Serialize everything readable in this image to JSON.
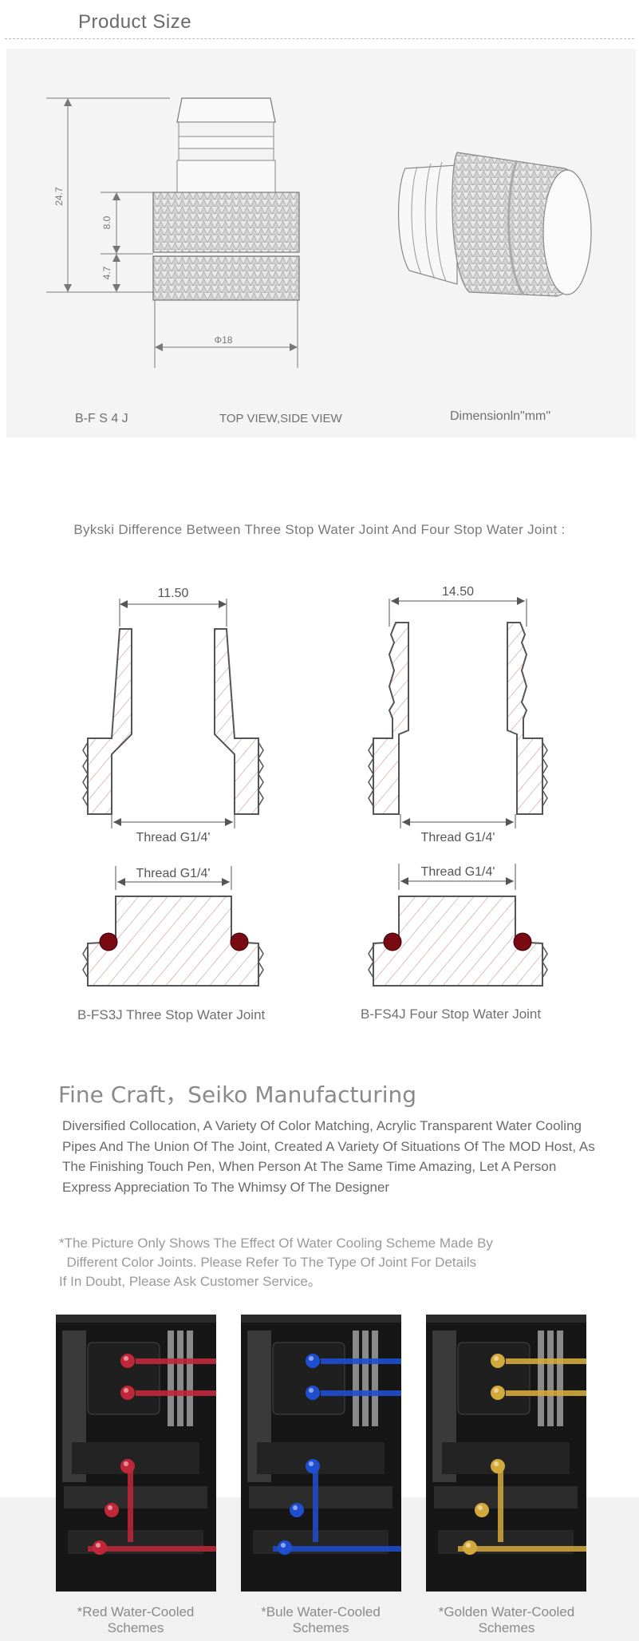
{
  "product_size": {
    "title": "Product Size",
    "dimensions": {
      "height": "24.7",
      "upper": "8.0",
      "lower": "4.7",
      "diameter": "Φ18"
    },
    "captions": {
      "model": "B-F S 4 J",
      "views": "TOP VIEW,SIDE VIEW",
      "units": "Dimensionln\"mm\""
    }
  },
  "comparison": {
    "heading": "Bykski Difference Between Three Stop Water Joint And Four Stop Water Joint :",
    "left": {
      "width": "11.50",
      "thread_top": "Thread G1/4'",
      "thread_bottom": "Thread G1/4'",
      "label": "B-FS3J  Three Stop Water Joint"
    },
    "right": {
      "width": "14.50",
      "thread_top": "Thread G1/4'",
      "thread_bottom": "Thread G1/4'",
      "label": "B-FS4J  Four Stop Water Joint"
    }
  },
  "craft": {
    "title": "Fine Craft，Seiko Manufacturing",
    "body": "Diversified Collocation, A Variety Of Color Matching, Acrylic Transparent Water Cooling Pipes And The Union Of The Joint, Created A Variety Of Situations Of The MOD Host, As The Finishing Touch Pen, When Person At The Same Time Amazing, Let A Person Express Appreciation To The Whimsy Of The Designer",
    "note_line1": "*The Picture Only Shows The Effect Of Water Cooling Scheme Made By",
    "note_line2": "  Different Color Joints. Please Refer To The Type Of Joint For Details",
    "note_line3": "If In Doubt, Please Ask Customer Service。"
  },
  "gallery": [
    {
      "line1": "*Red Water-Cooled",
      "line2": "Schemes",
      "accent": "#c0283a"
    },
    {
      "line1": "*Bule Water-Cooled",
      "line2": "Schemes",
      "accent": "#1f4fd0"
    },
    {
      "line1": "*Golden Water-Cooled",
      "line2": "Schemes",
      "accent": "#d4a93c"
    }
  ],
  "colors": {
    "oring": "#7a0a12",
    "hatch": "#c88080",
    "outline": "#555555"
  }
}
